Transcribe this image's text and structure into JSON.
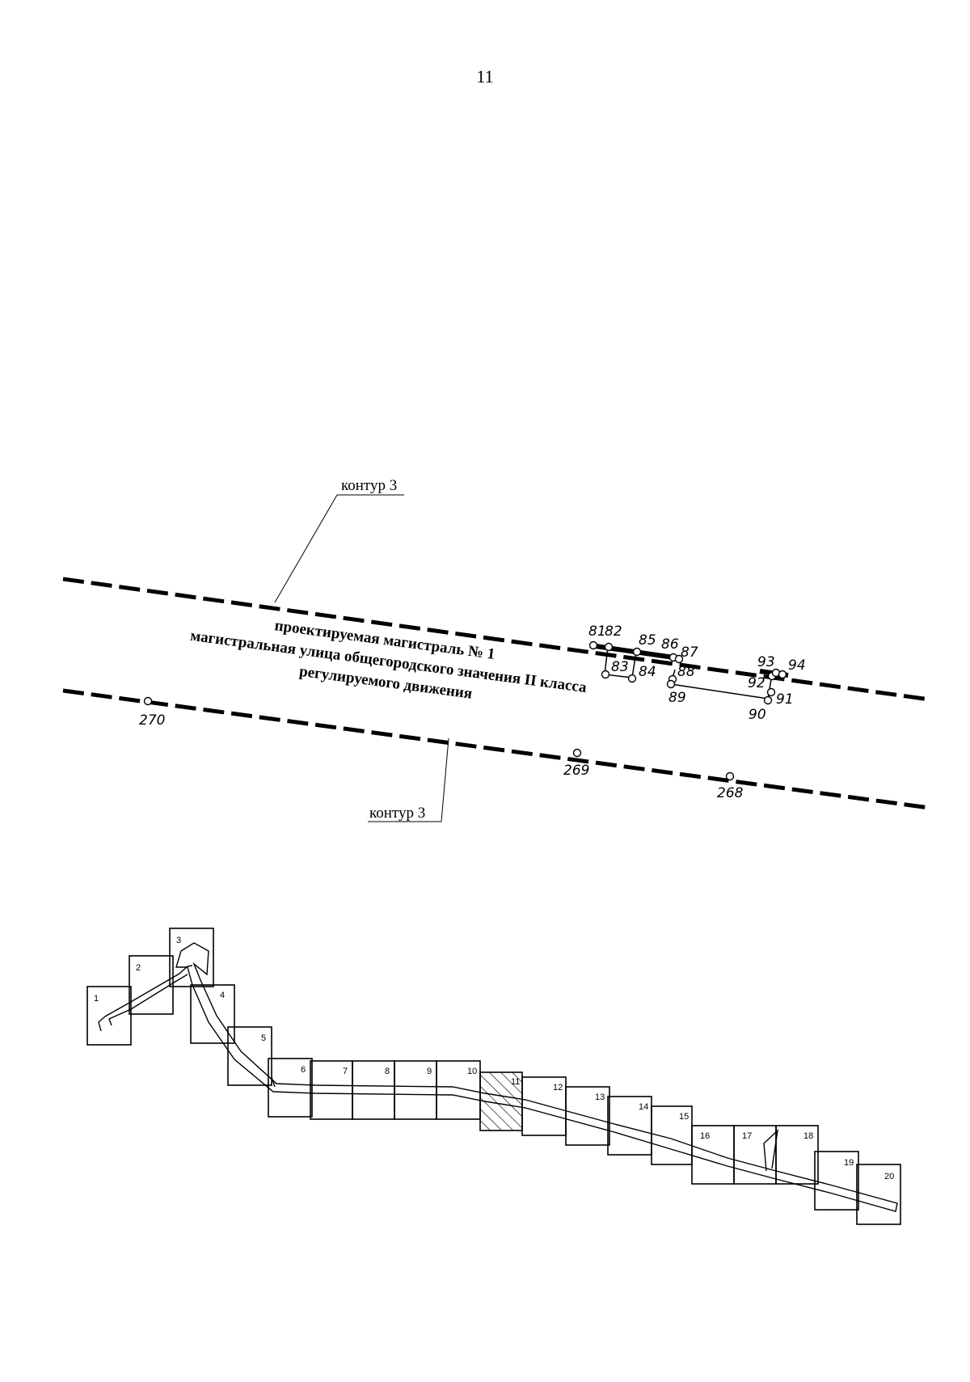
{
  "page": {
    "number": "11"
  },
  "scheme": {
    "contour_label_top": "контур 3",
    "contour_label_bottom": "контур 3",
    "road_lines": [
      "проектируемая магистраль № 1",
      "магистральная улица общегородского значения II класса",
      "регулируемого движения"
    ],
    "points": [
      "81",
      "82",
      "83",
      "84",
      "85",
      "86",
      "87",
      "88",
      "89",
      "90",
      "91",
      "92",
      "93",
      "94",
      "270",
      "269",
      "268"
    ]
  },
  "index_map": {
    "sheets": [
      "1",
      "2",
      "3",
      "4",
      "5",
      "6",
      "7",
      "8",
      "9",
      "10",
      "11",
      "12",
      "13",
      "14",
      "15",
      "16",
      "17",
      "18",
      "19",
      "20"
    ],
    "highlighted_sheet": "11"
  }
}
